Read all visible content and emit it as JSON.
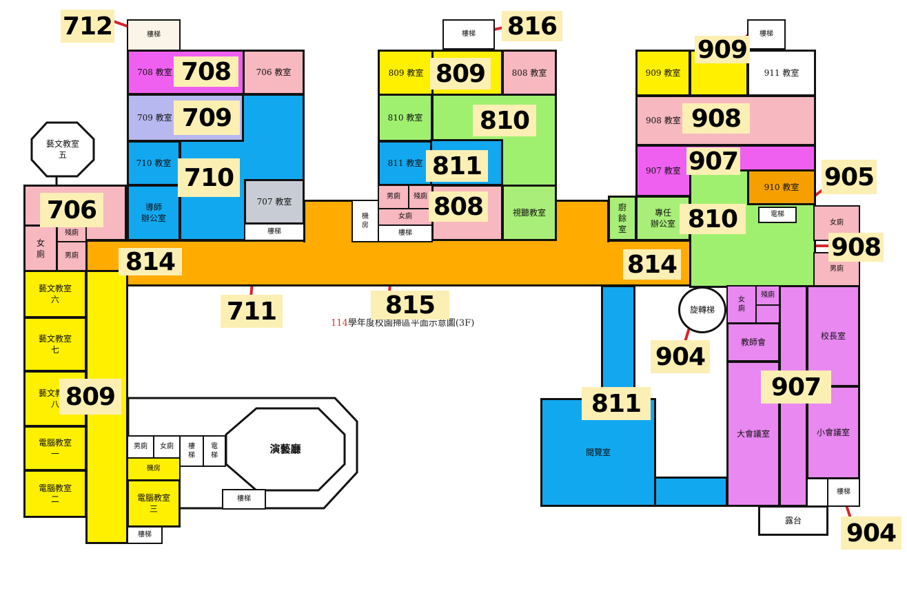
{
  "title": {
    "year": "114",
    "text": "學年度校園掃區平面示意圖(3F)"
  },
  "colors": {
    "pink_light": "#f7b8c0",
    "magenta": "#f060f0",
    "violet": "#e888f0",
    "lavender": "#b8b8f0",
    "blue": "#12a8f0",
    "gray": "#c8ccd4",
    "orange": "#ffab00",
    "orange_dark": "#f5a000",
    "yellow": "#fff000",
    "green": "#a0f070",
    "green_light": "#a8ee78",
    "white": "#ffffff",
    "tag_bg": "#fcefb4",
    "pointer": "#d8262c"
  },
  "rooms": [
    {
      "id": "r-stair-712",
      "label": "樓梯"
    },
    {
      "id": "r-708",
      "label": "708 教室"
    },
    {
      "id": "r-706",
      "label": "706 教室"
    },
    {
      "id": "r-709",
      "label": "709 教室"
    },
    {
      "id": "r-710",
      "label": "710 教室"
    },
    {
      "id": "r-mentor",
      "label": "導師\n辦公室"
    },
    {
      "id": "r-707",
      "label": "707 教室"
    },
    {
      "id": "r-stair-711",
      "label": "樓梯"
    },
    {
      "id": "r-art5",
      "label": "藝文教室\n五"
    },
    {
      "id": "r-women-w",
      "label": "女\n廁"
    },
    {
      "id": "r-disabled-w",
      "label": "殘廁"
    },
    {
      "id": "r-men-w",
      "label": "男廁"
    },
    {
      "id": "r-art6",
      "label": "藝文教室\n六"
    },
    {
      "id": "r-art7",
      "label": "藝文教室\n七"
    },
    {
      "id": "r-art8",
      "label": "藝文教室\n八"
    },
    {
      "id": "r-comp1",
      "label": "電腦教室\n一"
    },
    {
      "id": "r-comp2",
      "label": "電腦教室\n二"
    },
    {
      "id": "r-stair-816",
      "label": "樓梯"
    },
    {
      "id": "r-809",
      "label": "809 教室"
    },
    {
      "id": "r-808",
      "label": "808 教室"
    },
    {
      "id": "r-810",
      "label": "810 教室"
    },
    {
      "id": "r-811",
      "label": "811 教室"
    },
    {
      "id": "r-men-c",
      "label": "男廁"
    },
    {
      "id": "r-disabled-c",
      "label": "殘廁"
    },
    {
      "id": "r-women-c",
      "label": "女廁"
    },
    {
      "id": "r-stair-815",
      "label": "樓梯"
    },
    {
      "id": "r-machine-c",
      "label": "機\n房"
    },
    {
      "id": "r-av",
      "label": "視聽教室"
    },
    {
      "id": "r-stair-909",
      "label": "樓梯"
    },
    {
      "id": "r-909",
      "label": "909 教室"
    },
    {
      "id": "r-911",
      "label": "911 教室"
    },
    {
      "id": "r-908",
      "label": "908 教室"
    },
    {
      "id": "r-907",
      "label": "907 教室"
    },
    {
      "id": "r-910",
      "label": "910 教室"
    },
    {
      "id": "r-elevator-e",
      "label": "電梯"
    },
    {
      "id": "r-kitchen",
      "label": "廚\n餘\n室"
    },
    {
      "id": "r-specialist",
      "label": "專任\n辦公室"
    },
    {
      "id": "r-women-e",
      "label": "女廁"
    },
    {
      "id": "r-men-e",
      "label": "男廁"
    },
    {
      "id": "r-spiral",
      "label": "旋轉梯"
    },
    {
      "id": "r-women-s",
      "label": "女\n廁"
    },
    {
      "id": "r-disabled-s",
      "label": "殘廁"
    },
    {
      "id": "r-teachers",
      "label": "教師會"
    },
    {
      "id": "r-principal",
      "label": "校長室"
    },
    {
      "id": "r-big-meeting",
      "label": "大會議室"
    },
    {
      "id": "r-small-meeting",
      "label": "小會議室"
    },
    {
      "id": "r-reading",
      "label": "閱覽室"
    },
    {
      "id": "r-stair-904",
      "label": "樓梯"
    },
    {
      "id": "r-terrace",
      "label": "露台"
    },
    {
      "id": "r-men-sw",
      "label": "男廁"
    },
    {
      "id": "r-women-sw",
      "label": "女廁"
    },
    {
      "id": "r-stair-sw",
      "label": "樓\n梯"
    },
    {
      "id": "r-elevator-sw",
      "label": "電\n梯"
    },
    {
      "id": "r-machine-sw",
      "label": "機房"
    },
    {
      "id": "r-comp3",
      "label": "電腦教室\n三"
    },
    {
      "id": "r-stair-sw2",
      "label": "樓梯"
    },
    {
      "id": "r-auditorium",
      "label": "演藝廳"
    },
    {
      "id": "r-stair-aud",
      "label": "樓梯"
    }
  ],
  "tags": [
    {
      "id": "t-712",
      "label": "712"
    },
    {
      "id": "t-708",
      "label": "708"
    },
    {
      "id": "t-709",
      "label": "709"
    },
    {
      "id": "t-710",
      "label": "710"
    },
    {
      "id": "t-706",
      "label": "706"
    },
    {
      "id": "t-814a",
      "label": "814"
    },
    {
      "id": "t-711",
      "label": "711"
    },
    {
      "id": "t-809a",
      "label": "809"
    },
    {
      "id": "t-816",
      "label": "816"
    },
    {
      "id": "t-809b",
      "label": "809"
    },
    {
      "id": "t-810a",
      "label": "810"
    },
    {
      "id": "t-811a",
      "label": "811"
    },
    {
      "id": "t-808",
      "label": "808"
    },
    {
      "id": "t-815",
      "label": "815"
    },
    {
      "id": "t-909",
      "label": "909"
    },
    {
      "id": "t-908a",
      "label": "908"
    },
    {
      "id": "t-907a",
      "label": "907"
    },
    {
      "id": "t-905",
      "label": "905"
    },
    {
      "id": "t-810b",
      "label": "810"
    },
    {
      "id": "t-908b",
      "label": "908"
    },
    {
      "id": "t-814b",
      "label": "814"
    },
    {
      "id": "t-904a",
      "label": "904"
    },
    {
      "id": "t-907b",
      "label": "907"
    },
    {
      "id": "t-811b",
      "label": "811"
    },
    {
      "id": "t-904b",
      "label": "904"
    }
  ]
}
